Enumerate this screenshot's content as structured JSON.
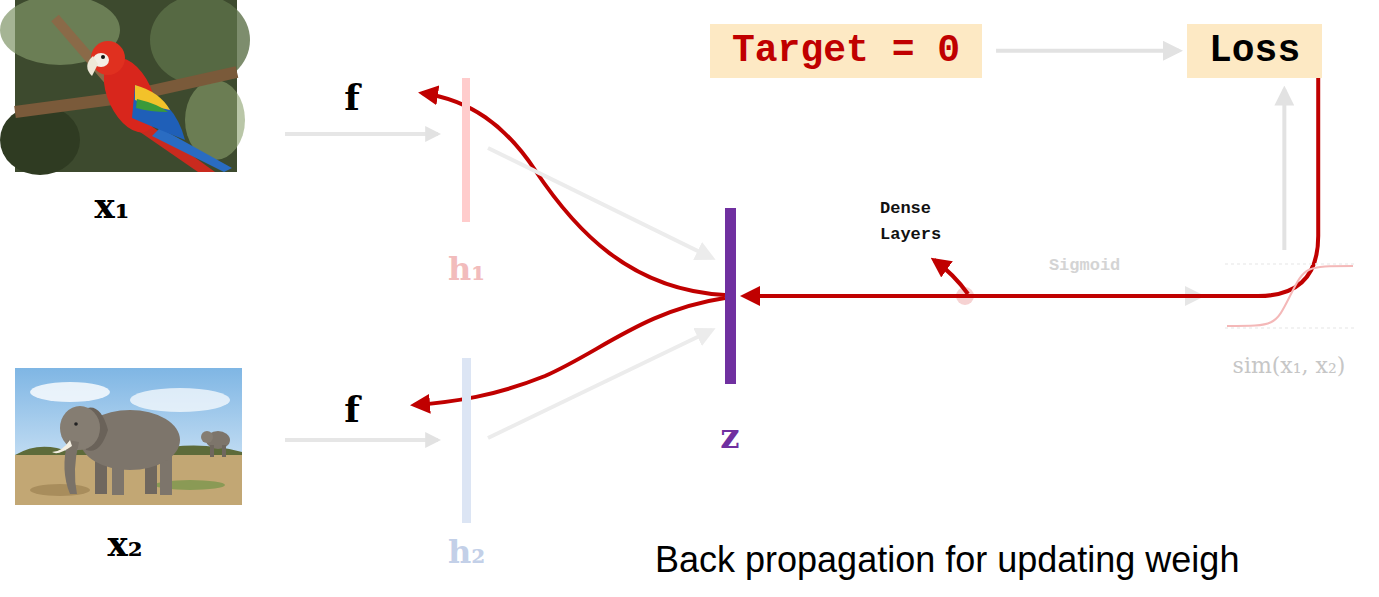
{
  "diagram": {
    "nodes": [
      {
        "text": [
          "Target = 0"
        ]
      },
      {
        "text": [
          "Loss"
        ]
      },
      {
        "text": [
          "h₁"
        ]
      },
      {
        "text": [
          "h₂"
        ]
      },
      {
        "text": [
          "z"
        ]
      },
      {
        "text": [
          "sim(x₁, x₂)"
        ]
      }
    ],
    "edges": [
      {
        "from": 0,
        "to": 1,
        "arrow": "to"
      },
      {
        "from": 5,
        "to": 1,
        "arrow": "to"
      },
      {
        "from": 1,
        "to": 4,
        "arrow": "to"
      },
      {
        "from": 2,
        "to": 4,
        "arrow": "to"
      },
      {
        "from": 3,
        "to": 4,
        "arrow": "to"
      },
      {
        "from": 4,
        "to": 5,
        "label": "Sigmoid",
        "arrow": "to"
      }
    ],
    "labels": [
      "x₁",
      "x₂",
      "f",
      "f",
      "Dense Layers",
      "Back propagation for updating weigh"
    ]
  }
}
